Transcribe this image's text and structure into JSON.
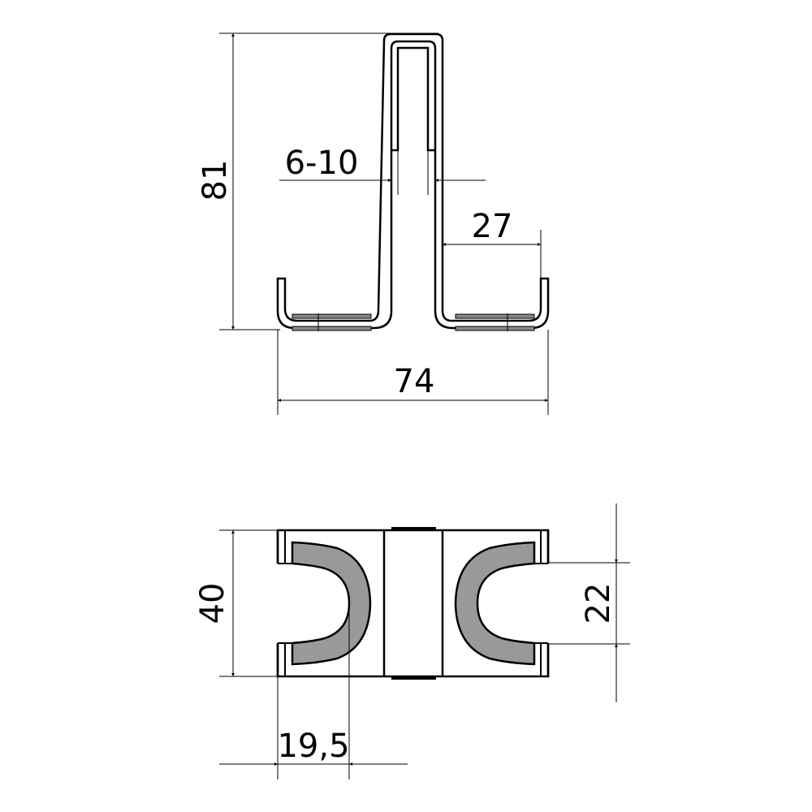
{
  "drawing": {
    "type": "technical drawing",
    "views": [
      {
        "name": "front-view",
        "dimensions": {
          "height": "81",
          "gap": "6-10",
          "leg_width": "27",
          "total_width": "74"
        }
      },
      {
        "name": "top-view",
        "dimensions": {
          "depth": "40",
          "slot_width": "22",
          "slot_depth": "19,5"
        }
      }
    ],
    "colors": {
      "line": "#000000",
      "fill_gray": "#999999",
      "pad_gray": "#888888",
      "background": "#ffffff"
    }
  },
  "labels": {
    "height": "81",
    "gap": "6-10",
    "leg_width": "27",
    "total_width": "74",
    "depth": "40",
    "slot_width": "22",
    "slot_depth": "19,5"
  }
}
